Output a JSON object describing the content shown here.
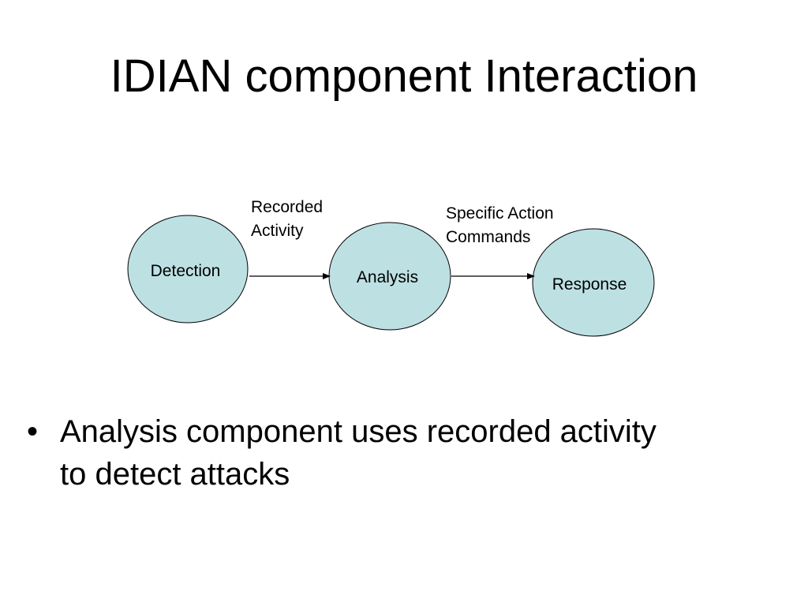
{
  "title": "IDIAN component Interaction",
  "diagram": {
    "fill_color": "#bde0e3",
    "stroke_color": "#000000",
    "nodes": {
      "detection": "Detection",
      "analysis": "Analysis",
      "response": "Response"
    },
    "edges": {
      "detection_to_analysis": [
        "Recorded",
        "Activity"
      ],
      "analysis_to_response": [
        "Specific Action",
        "Commands"
      ]
    }
  },
  "bullets": [
    {
      "marker": "•",
      "lines": [
        "Analysis component uses recorded activity",
        "to detect attacks"
      ]
    }
  ]
}
